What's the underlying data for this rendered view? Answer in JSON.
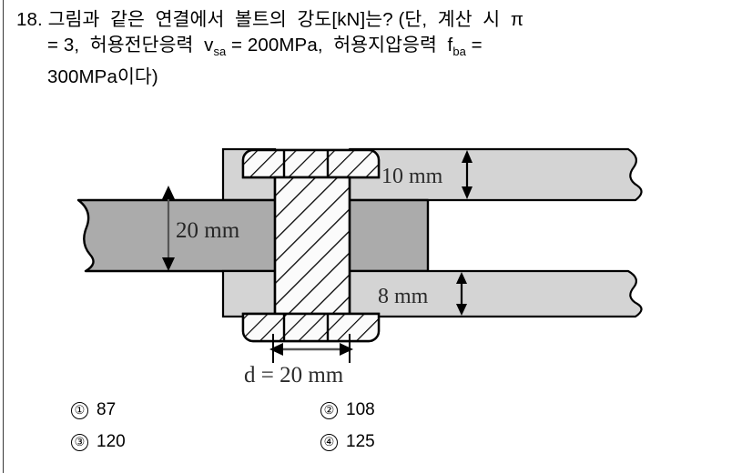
{
  "question": {
    "number": "18.",
    "line1": "18. 그림과  같은  연결에서  볼트의  강도[kN]는? (단,  계산  시  π",
    "line2_a": "= 3,  허용전단응력  v",
    "line2_sub1": "sa",
    "line2_b": " = 200MPa,  허용지압응력  f",
    "line2_sub2": "ba",
    "line2_c": " =",
    "line3": "300MPa이다)"
  },
  "figure": {
    "type": "engineering-cross-section",
    "description": "Bolted lap connection cross-section: central bolt with head and nut, a 20 mm thick middle bar entering from the left, and two cover plates (10 mm top, 8 mm bottom) extending to the right.",
    "labels": {
      "middle_bar_thickness": "20 mm",
      "top_plate_thickness": "10 mm",
      "bottom_plate_thickness": "8 mm",
      "bolt_diameter": "d = 20 mm"
    },
    "colors": {
      "middle_bar_fill": "#ababab",
      "plate_fill": "#d4d4d4",
      "bolt_fill": "#fbfbfb",
      "outline": "#000000"
    }
  },
  "choices": [
    {
      "num": "①",
      "label": "87"
    },
    {
      "num": "②",
      "label": "108"
    },
    {
      "num": "③",
      "label": "120"
    },
    {
      "num": "④",
      "label": "125"
    }
  ]
}
